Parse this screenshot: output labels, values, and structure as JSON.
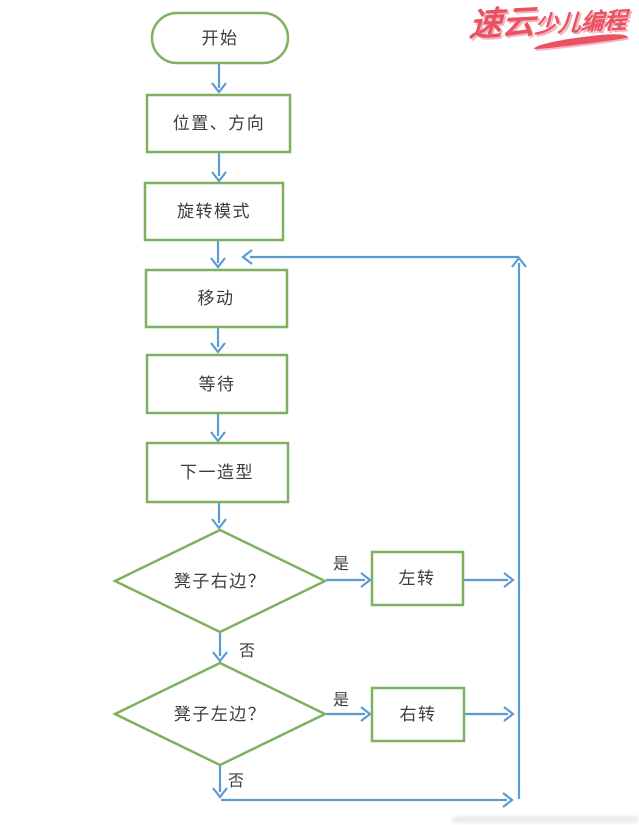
{
  "colors": {
    "line_blue": "#5b9bd5",
    "shape_green": "#7fb05f",
    "text": "#3d3d3d",
    "watermark_red": "#e85263",
    "background": "#ffffff"
  },
  "watermark": {
    "brand_large": "速云",
    "brand_small": "少儿编程"
  },
  "flowchart": {
    "nodes": {
      "start": {
        "type": "terminator",
        "label": "开始"
      },
      "position": {
        "type": "process",
        "label": "位置、方向"
      },
      "rotation_mode": {
        "type": "process",
        "label": "旋转模式"
      },
      "move": {
        "type": "process",
        "label": "移动"
      },
      "wait": {
        "type": "process",
        "label": "等待"
      },
      "next_costume": {
        "type": "process",
        "label": "下一造型"
      },
      "stool_right": {
        "type": "decision",
        "label": "凳子右边？"
      },
      "turn_left": {
        "type": "process",
        "label": "左转"
      },
      "stool_left": {
        "type": "decision",
        "label": "凳子左边？"
      },
      "turn_right": {
        "type": "process",
        "label": "右转"
      }
    },
    "edge_labels": {
      "stool_right_yes": "是",
      "stool_right_no": "否",
      "stool_left_yes": "是",
      "stool_left_no": "否"
    },
    "edges": [
      {
        "from": "start",
        "to": "position"
      },
      {
        "from": "position",
        "to": "rotation_mode"
      },
      {
        "from": "rotation_mode",
        "to": "move"
      },
      {
        "from": "move",
        "to": "wait"
      },
      {
        "from": "wait",
        "to": "next_costume"
      },
      {
        "from": "next_costume",
        "to": "stool_right"
      },
      {
        "from": "stool_right",
        "to": "turn_left",
        "label": "是"
      },
      {
        "from": "stool_right",
        "to": "stool_left",
        "label": "否"
      },
      {
        "from": "stool_left",
        "to": "turn_right",
        "label": "是"
      },
      {
        "from": "stool_left",
        "to": "loop-return",
        "label": "否"
      },
      {
        "from": "turn_left",
        "to": "loop-return"
      },
      {
        "from": "turn_right",
        "to": "loop-return"
      },
      {
        "from": "loop-return",
        "to": "move"
      }
    ]
  }
}
